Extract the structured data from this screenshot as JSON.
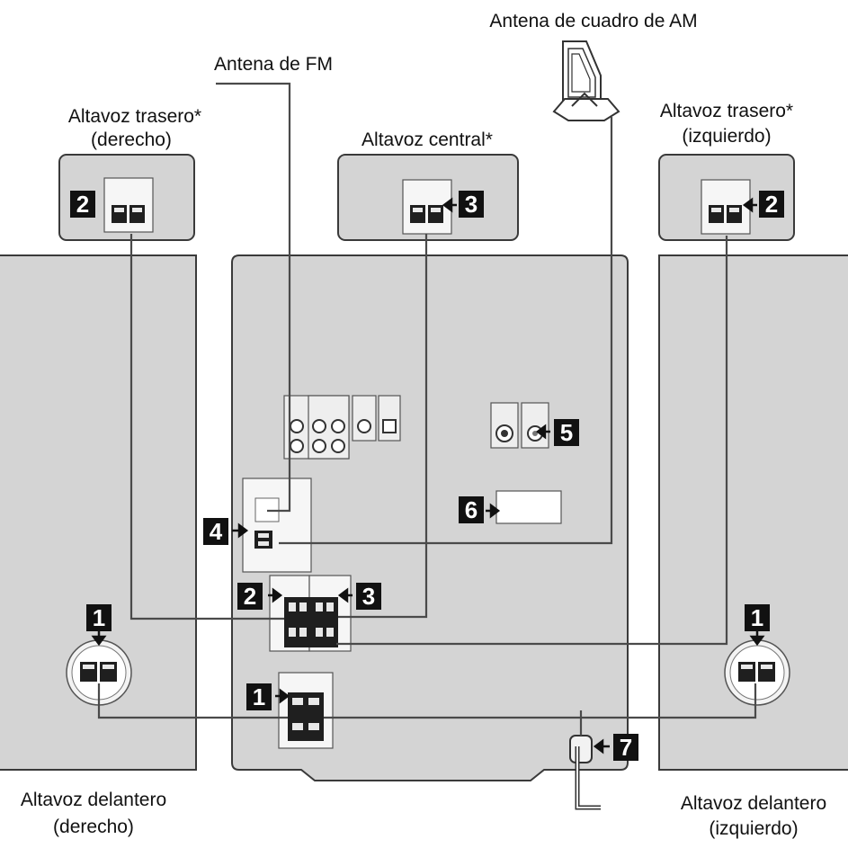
{
  "labels": {
    "am_antenna": "Antena de cuadro de AM",
    "fm_antenna": "Antena de FM",
    "rear_right_line1": "Altavoz trasero*",
    "rear_right_line2": "(derecho)",
    "center": "Altavoz central*",
    "rear_left_line1": "Altavoz trasero*",
    "rear_left_line2": "(izquierdo)",
    "front_right_line1": "Altavoz delantero",
    "front_right_line2": "(derecho)",
    "front_left_line1": "Altavoz delantero",
    "front_left_line2": "(izquierdo)"
  },
  "callouts": {
    "c1": "1",
    "c2": "2",
    "c3": "3",
    "c4": "4",
    "c5": "5",
    "c6": "6",
    "c7": "7"
  },
  "colors": {
    "panel_fill": "#d4d4d4",
    "outline": "#3a3a3a",
    "cable": "#4a4a4a",
    "callout_fill": "#111111"
  }
}
